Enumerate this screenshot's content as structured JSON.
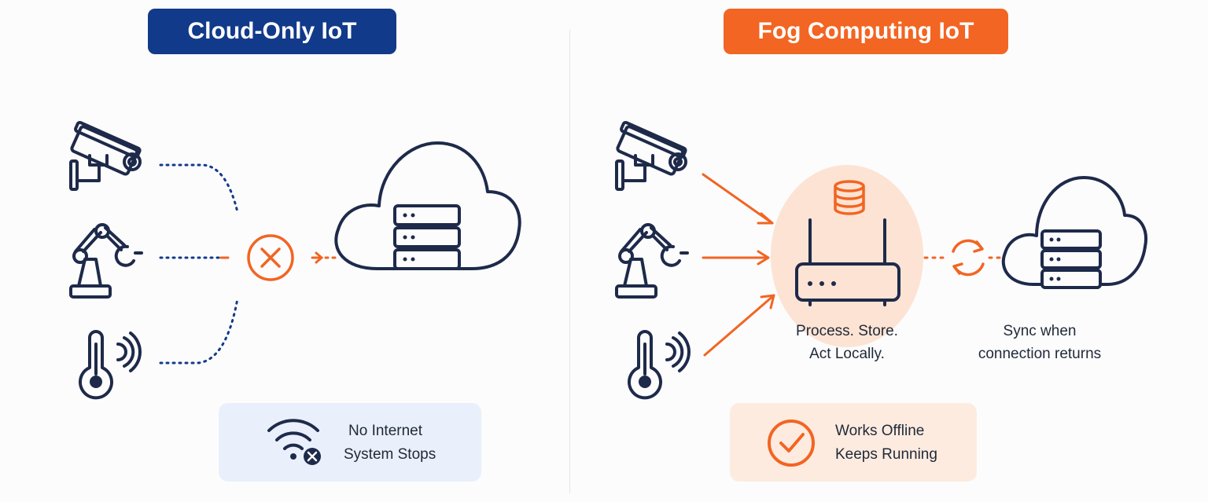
{
  "cloud_only": {
    "title": "Cloud-Only IoT",
    "status_line1": "No Internet",
    "status_line2": "System Stops"
  },
  "fog": {
    "title": "Fog Computing IoT",
    "node_caption_line1": "Process. Store.",
    "node_caption_line2": "Act Locally.",
    "sync_caption_line1": "Sync when",
    "sync_caption_line2": "connection returns",
    "status_line1": "Works Offline",
    "status_line2": "Keeps Running"
  },
  "colors": {
    "navy": "#123a8a",
    "ink": "#1e2a4a",
    "orange": "#f26522",
    "fog_halo": "#fde3d3",
    "status_blue": "#e9f0fb",
    "status_orange": "#fdebe0"
  },
  "icons": {
    "devices": [
      "security-camera-icon",
      "robotic-arm-icon",
      "thermometer-sensor-icon"
    ],
    "cloud": "cloud-server-icon",
    "fog_node": "router-icon",
    "storage": "database-icon",
    "failure": "x-circle-icon",
    "sync": "sync-icon",
    "offline": "wifi-off-icon",
    "success": "check-circle-icon"
  }
}
